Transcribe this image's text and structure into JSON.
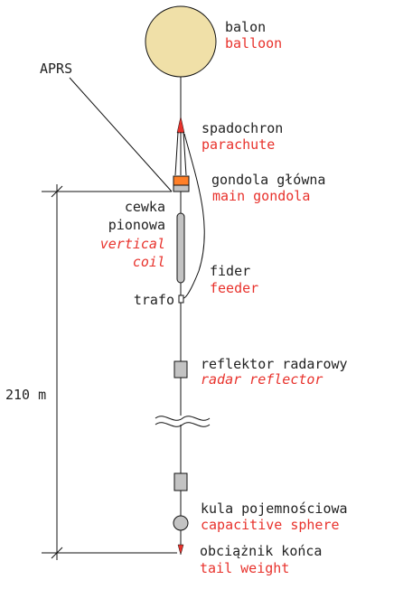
{
  "labels": {
    "balloon_pl": "balon",
    "balloon_en": "balloon",
    "aprs": "APRS",
    "parachute_pl": "spadochron",
    "parachute_en": "parachute",
    "gondola_pl": "gondola główna",
    "gondola_en": "main gondola",
    "coil_pl_1": "cewka",
    "coil_pl_2": "pionowa",
    "coil_en_1": "vertical",
    "coil_en_2": "coil",
    "feeder_pl": "fider",
    "feeder_en": "feeder",
    "trafo": "trafo",
    "reflector_pl": "reflektor radarowy",
    "reflector_en": "radar reflector",
    "height": "210 m",
    "sphere_pl": "kula pojemnościowa",
    "sphere_en": "capacitive sphere",
    "weight_pl": "obciążnik końca",
    "weight_en": "tail weight"
  },
  "colors": {
    "balloon_fill": "#f0e0a8",
    "parachute": "#e8322c",
    "gondola_orange": "#ff7f27",
    "component_gray": "#c3c3c3",
    "label_pl": "#222222",
    "label_en": "#e8322c"
  }
}
